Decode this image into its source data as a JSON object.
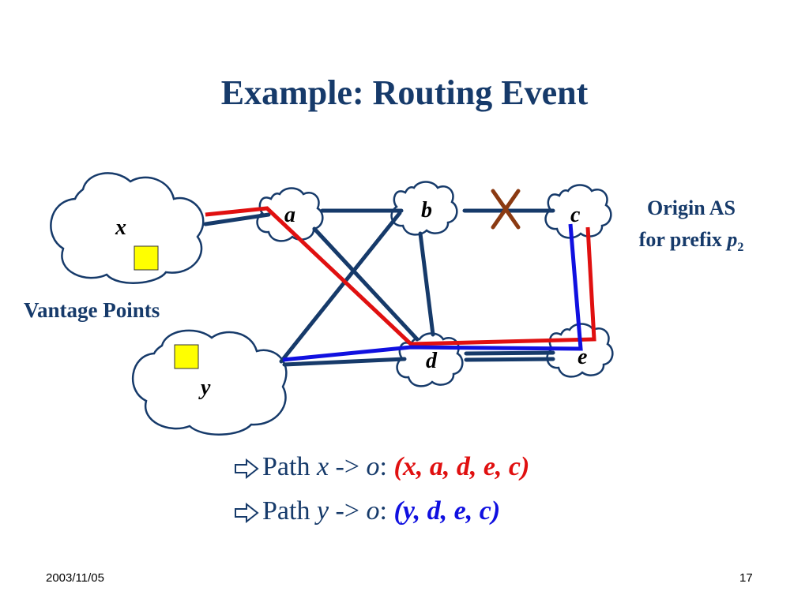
{
  "slide": {
    "title": "Example: Routing Event",
    "date": "2003/11/05",
    "page_number": "17"
  },
  "diagram": {
    "nodes": {
      "x": "x",
      "y": "y",
      "a": "a",
      "b": "b",
      "c": "c",
      "d": "d",
      "e": "e"
    },
    "origin_label": {
      "line1": "Origin AS",
      "line2_prefix": "for prefix ",
      "prefix_var": "p",
      "prefix_sub": "2"
    },
    "vantage_label": "Vantage Points",
    "failed_link_marker": "X",
    "colors": {
      "link": "#163a6a",
      "path_x": "#e01010",
      "path_y": "#1010e0",
      "vantage": "#ffff00",
      "failure": "#8b3a12"
    }
  },
  "paths": [
    {
      "word": "Path",
      "src": "x",
      "arrow": "->",
      "dst": "o",
      "colon": ":",
      "route": "(x, a, d, e, c)"
    },
    {
      "word": "Path",
      "src": "y",
      "arrow": "->",
      "dst": "o",
      "colon": ":",
      "route": "(y, d, e, c)"
    }
  ]
}
